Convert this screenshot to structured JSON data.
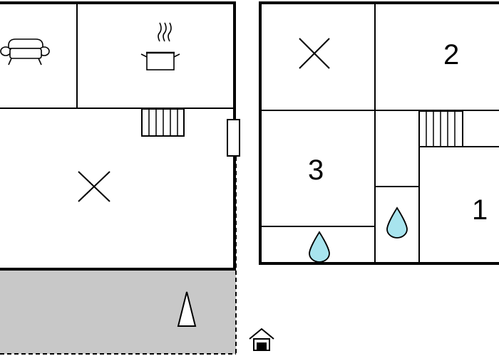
{
  "floorplan": {
    "colors": {
      "wall": "#000000",
      "background": "#ffffff",
      "terrace": "#c8c8c8",
      "water": "#a8e4ee"
    },
    "ground_floor": {
      "rooms": [
        {
          "id": "living-room",
          "icon": "sofa-icon",
          "label": ""
        },
        {
          "id": "kitchen",
          "icon": "cooking-pot-icon",
          "label": ""
        },
        {
          "id": "main-room",
          "icon": "cross-mark-icon",
          "label": ""
        }
      ],
      "staircase": {
        "icon": "staircase-icon"
      },
      "terrace": {
        "icon": "north-arrow-icon"
      },
      "entrance": {
        "icon": "entrance-house-icon"
      }
    },
    "upper_floor": {
      "rooms": [
        {
          "id": "room-cross",
          "icon": "cross-mark-icon",
          "label": ""
        },
        {
          "id": "bedroom-2",
          "icon": "",
          "label": "2"
        },
        {
          "id": "bedroom-3",
          "icon": "",
          "label": "3"
        },
        {
          "id": "bedroom-1",
          "icon": "",
          "label": "1"
        },
        {
          "id": "bathroom-left",
          "icon": "water-drop-icon",
          "label": ""
        },
        {
          "id": "bathroom-middle",
          "icon": "water-drop-icon",
          "label": ""
        }
      ],
      "staircase": {
        "icon": "staircase-icon"
      }
    }
  }
}
